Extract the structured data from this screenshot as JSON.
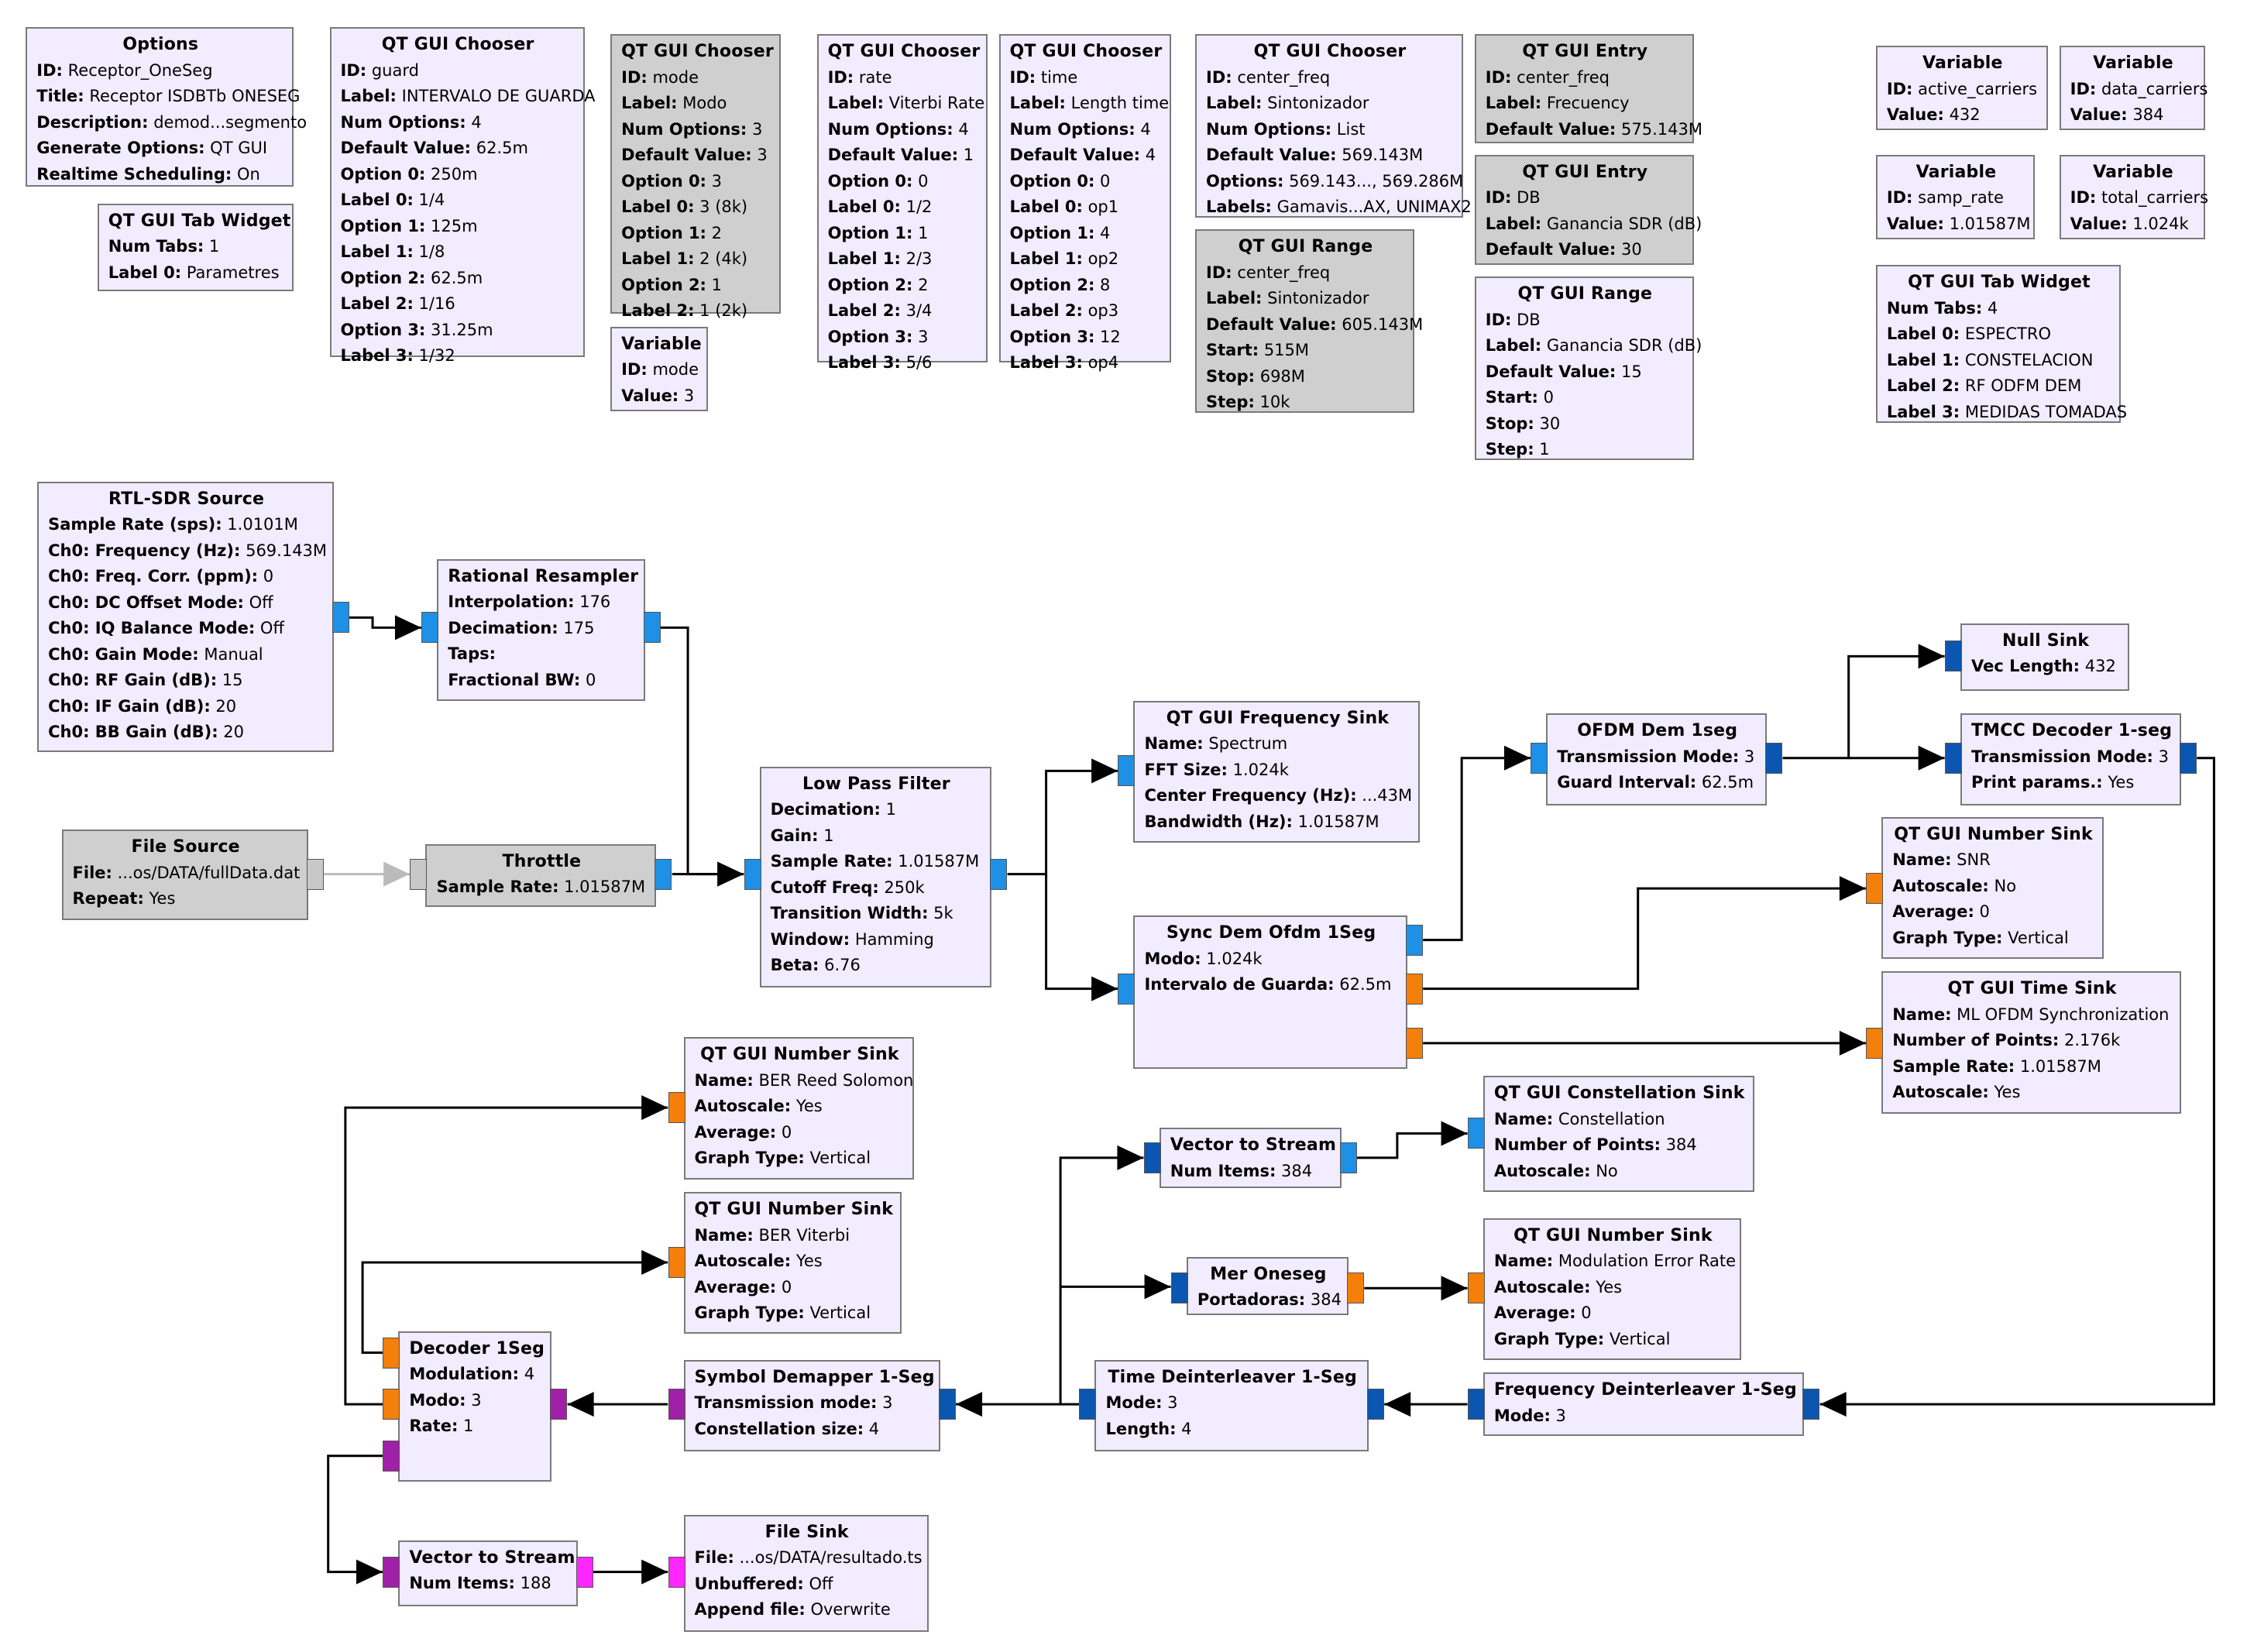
{
  "blocks": [
    {
      "id": "options",
      "name": "options-block",
      "title": "Options",
      "disabled": false,
      "rows": [
        [
          "ID:",
          "Receptor_OneSeg"
        ],
        [
          "Title:",
          "Receptor ISDBTb ONESEG"
        ],
        [
          "Description:",
          "demod...segmento"
        ],
        [
          "Generate Options:",
          "QT GUI"
        ],
        [
          "Realtime Scheduling:",
          "On"
        ]
      ]
    },
    {
      "id": "tabw1",
      "name": "qt-gui-tab-widget-block",
      "title": "QT GUI Tab Widget",
      "disabled": false,
      "rows": [
        [
          "Num Tabs:",
          "1"
        ],
        [
          "Label 0:",
          "Parametres"
        ]
      ]
    },
    {
      "id": "ch_guard",
      "name": "qt-gui-chooser-guard-block",
      "title": "QT GUI Chooser",
      "disabled": false,
      "rows": [
        [
          "ID:",
          "guard"
        ],
        [
          "Label:",
          "INTERVALO DE GUARDA"
        ],
        [
          "Num Options:",
          "4"
        ],
        [
          "Default Value:",
          "62.5m"
        ],
        [
          "Option 0:",
          "250m"
        ],
        [
          "Label 0:",
          "1/4"
        ],
        [
          "Option 1:",
          "125m"
        ],
        [
          "Label 1:",
          "1/8"
        ],
        [
          "Option 2:",
          "62.5m"
        ],
        [
          "Label 2:",
          "1/16"
        ],
        [
          "Option 3:",
          "31.25m"
        ],
        [
          "Label 3:",
          "1/32"
        ]
      ]
    },
    {
      "id": "ch_mode",
      "name": "qt-gui-chooser-mode-block",
      "title": "QT GUI Chooser",
      "disabled": true,
      "rows": [
        [
          "ID:",
          "mode"
        ],
        [
          "Label:",
          "Modo"
        ],
        [
          "Num Options:",
          "3"
        ],
        [
          "Default Value:",
          "3"
        ],
        [
          "Option 0:",
          "3"
        ],
        [
          "Label 0:",
          "3 (8k)"
        ],
        [
          "Option 1:",
          "2"
        ],
        [
          "Label 1:",
          "2 (4k)"
        ],
        [
          "Option 2:",
          "1"
        ],
        [
          "Label 2:",
          "1 (2k)"
        ]
      ]
    },
    {
      "id": "var_mode",
      "name": "variable-mode-block",
      "title": "Variable",
      "disabled": false,
      "rows": [
        [
          "ID:",
          "mode"
        ],
        [
          "Value:",
          "3"
        ]
      ]
    },
    {
      "id": "ch_rate",
      "name": "qt-gui-chooser-rate-block",
      "title": "QT GUI Chooser",
      "disabled": false,
      "rows": [
        [
          "ID:",
          "rate"
        ],
        [
          "Label:",
          "Viterbi Rate"
        ],
        [
          "Num Options:",
          "4"
        ],
        [
          "Default Value:",
          "1"
        ],
        [
          "Option 0:",
          "0"
        ],
        [
          "Label 0:",
          "1/2"
        ],
        [
          "Option 1:",
          "1"
        ],
        [
          "Label 1:",
          "2/3"
        ],
        [
          "Option 2:",
          "2"
        ],
        [
          "Label 2:",
          "3/4"
        ],
        [
          "Option 3:",
          "3"
        ],
        [
          "Label 3:",
          "5/6"
        ]
      ]
    },
    {
      "id": "ch_time",
      "name": "qt-gui-chooser-time-block",
      "title": "QT GUI Chooser",
      "disabled": false,
      "rows": [
        [
          "ID:",
          "time"
        ],
        [
          "Label:",
          "Length time"
        ],
        [
          "Num Options:",
          "4"
        ],
        [
          "Default Value:",
          "4"
        ],
        [
          "Option 0:",
          "0"
        ],
        [
          "Label 0:",
          "op1"
        ],
        [
          "Option 1:",
          "4"
        ],
        [
          "Label 1:",
          "op2"
        ],
        [
          "Option 2:",
          "8"
        ],
        [
          "Label 2:",
          "op3"
        ],
        [
          "Option 3:",
          "12"
        ],
        [
          "Label 3:",
          "op4"
        ]
      ]
    },
    {
      "id": "ch_cf",
      "name": "qt-gui-chooser-center-freq-block",
      "title": "QT GUI Chooser",
      "disabled": false,
      "rows": [
        [
          "ID:",
          "center_freq"
        ],
        [
          "Label:",
          "Sintonizador"
        ],
        [
          "Num Options:",
          "List"
        ],
        [
          "Default Value:",
          "569.143M"
        ],
        [
          "Options:",
          "569.143..., 569.286M"
        ],
        [
          "Labels:",
          "Gamavis...AX, UNIMAX2"
        ]
      ]
    },
    {
      "id": "range_cf",
      "name": "qt-gui-range-center-freq-block",
      "title": "QT GUI Range",
      "disabled": true,
      "rows": [
        [
          "ID:",
          "center_freq"
        ],
        [
          "Label:",
          "Sintonizador"
        ],
        [
          "Default Value:",
          "605.143M"
        ],
        [
          "Start:",
          "515M"
        ],
        [
          "Stop:",
          "698M"
        ],
        [
          "Step:",
          "10k"
        ]
      ]
    },
    {
      "id": "entry_cf",
      "name": "qt-gui-entry-center-freq-block",
      "title": "QT GUI Entry",
      "disabled": true,
      "rows": [
        [
          "ID:",
          "center_freq"
        ],
        [
          "Label:",
          "Frecuency"
        ],
        [
          "Default Value:",
          "575.143M"
        ]
      ]
    },
    {
      "id": "entry_db",
      "name": "qt-gui-entry-db-block",
      "title": "QT GUI Entry",
      "disabled": true,
      "rows": [
        [
          "ID:",
          "DB"
        ],
        [
          "Label:",
          "Ganancia SDR (dB)"
        ],
        [
          "Default Value:",
          "30"
        ]
      ]
    },
    {
      "id": "range_db",
      "name": "qt-gui-range-db-block",
      "title": "QT GUI Range",
      "disabled": false,
      "rows": [
        [
          "ID:",
          "DB"
        ],
        [
          "Label:",
          "Ganancia SDR (dB)"
        ],
        [
          "Default Value:",
          "15"
        ],
        [
          "Start:",
          "0"
        ],
        [
          "Stop:",
          "30"
        ],
        [
          "Step:",
          "1"
        ]
      ]
    },
    {
      "id": "var_ac",
      "name": "variable-active-carriers-block",
      "title": "Variable",
      "disabled": false,
      "rows": [
        [
          "ID:",
          "active_carriers"
        ],
        [
          "Value:",
          "432"
        ]
      ]
    },
    {
      "id": "var_dc",
      "name": "variable-data-carriers-block",
      "title": "Variable",
      "disabled": false,
      "rows": [
        [
          "ID:",
          "data_carriers"
        ],
        [
          "Value:",
          "384"
        ]
      ]
    },
    {
      "id": "var_sr",
      "name": "variable-samp-rate-block",
      "title": "Variable",
      "disabled": false,
      "rows": [
        [
          "ID:",
          "samp_rate"
        ],
        [
          "Value:",
          "1.01587M"
        ]
      ]
    },
    {
      "id": "var_tc",
      "name": "variable-total-carriers-block",
      "title": "Variable",
      "disabled": false,
      "rows": [
        [
          "ID:",
          "total_carriers"
        ],
        [
          "Value:",
          "1.024k"
        ]
      ]
    },
    {
      "id": "tabw4",
      "name": "qt-gui-tab-widget-main-block",
      "title": "QT GUI Tab Widget",
      "disabled": false,
      "rows": [
        [
          "Num Tabs:",
          "4"
        ],
        [
          "Label 0:",
          "ESPECTRO"
        ],
        [
          "Label 1:",
          "CONSTELACION"
        ],
        [
          "Label 2:",
          "RF ODFM DEM"
        ],
        [
          "Label 3:",
          "MEDIDAS TOMADAS"
        ]
      ]
    },
    {
      "id": "rtl",
      "name": "rtl-sdr-source-block",
      "title": "RTL-SDR Source",
      "disabled": false,
      "rows": [
        [
          "Sample Rate (sps):",
          "1.0101M"
        ],
        [
          "Ch0: Frequency (Hz):",
          "569.143M"
        ],
        [
          "Ch0: Freq. Corr. (ppm):",
          "0"
        ],
        [
          "Ch0: DC Offset Mode:",
          "Off"
        ],
        [
          "Ch0: IQ Balance Mode:",
          "Off"
        ],
        [
          "Ch0: Gain Mode:",
          "Manual"
        ],
        [
          "Ch0: RF Gain (dB):",
          "15"
        ],
        [
          "Ch0: IF Gain (dB):",
          "20"
        ],
        [
          "Ch0: BB Gain (dB):",
          "20"
        ]
      ]
    },
    {
      "id": "resamp",
      "name": "rational-resampler-block",
      "title": "Rational Resampler",
      "disabled": false,
      "rows": [
        [
          "Interpolation:",
          "176"
        ],
        [
          "Decimation:",
          "175"
        ],
        [
          "Taps:",
          ""
        ],
        [
          "Fractional BW:",
          "0"
        ]
      ]
    },
    {
      "id": "filesrc",
      "name": "file-source-block",
      "title": "File Source",
      "disabled": true,
      "rows": [
        [
          "File:",
          "...os/DATA/fullData.dat"
        ],
        [
          "Repeat:",
          "Yes"
        ]
      ]
    },
    {
      "id": "throttle",
      "name": "throttle-block",
      "title": "Throttle",
      "disabled": true,
      "rows": [
        [
          "Sample Rate:",
          "1.01587M"
        ]
      ]
    },
    {
      "id": "lpf",
      "name": "low-pass-filter-block",
      "title": "Low Pass Filter",
      "disabled": false,
      "rows": [
        [
          "Decimation:",
          "1"
        ],
        [
          "Gain:",
          "1"
        ],
        [
          "Sample Rate:",
          "1.01587M"
        ],
        [
          "Cutoff Freq:",
          "250k"
        ],
        [
          "Transition Width:",
          "5k"
        ],
        [
          "Window:",
          "Hamming"
        ],
        [
          "Beta:",
          "6.76"
        ]
      ]
    },
    {
      "id": "freqsink",
      "name": "qt-gui-frequency-sink-block",
      "title": "QT GUI Frequency Sink",
      "disabled": false,
      "rows": [
        [
          "Name:",
          "Spectrum"
        ],
        [
          "FFT Size:",
          "1.024k"
        ],
        [
          "Center Frequency (Hz):",
          "...43M"
        ],
        [
          "Bandwidth (Hz):",
          "1.01587M"
        ]
      ]
    },
    {
      "id": "sync",
      "name": "sync-dem-ofdm-block",
      "title": "Sync Dem Ofdm 1Seg",
      "disabled": false,
      "rows": [
        [
          "Modo:",
          "1.024k"
        ],
        [
          "Intervalo de Guarda:",
          "62.5m"
        ]
      ]
    },
    {
      "id": "ofdmdem",
      "name": "ofdm-dem-block",
      "title": "OFDM Dem 1seg",
      "disabled": false,
      "rows": [
        [
          "Transmission Mode:",
          "3"
        ],
        [
          "Guard Interval:",
          "62.5m"
        ]
      ]
    },
    {
      "id": "nullsink",
      "name": "null-sink-block",
      "title": "Null Sink",
      "disabled": false,
      "rows": [
        [
          "Vec Length:",
          "432"
        ]
      ]
    },
    {
      "id": "tmcc",
      "name": "tmcc-decoder-block",
      "title": "TMCC Decoder 1-seg",
      "disabled": false,
      "rows": [
        [
          "Transmission Mode:",
          "3"
        ],
        [
          "Print params.:",
          "Yes"
        ]
      ]
    },
    {
      "id": "ns_snr",
      "name": "qt-gui-number-sink-snr-block",
      "title": "QT GUI Number Sink",
      "disabled": false,
      "rows": [
        [
          "Name:",
          "SNR"
        ],
        [
          "Autoscale:",
          "No"
        ],
        [
          "Average:",
          "0"
        ],
        [
          "Graph Type:",
          "Vertical"
        ]
      ]
    },
    {
      "id": "timesink",
      "name": "qt-gui-time-sink-block",
      "title": "QT GUI Time Sink",
      "disabled": false,
      "rows": [
        [
          "Name:",
          "ML OFDM Synchronization"
        ],
        [
          "Number of Points:",
          "2.176k"
        ],
        [
          "Sample Rate:",
          "1.01587M"
        ],
        [
          "Autoscale:",
          "Yes"
        ]
      ]
    },
    {
      "id": "constsink",
      "name": "qt-gui-constellation-sink-block",
      "title": "QT GUI Constellation Sink",
      "disabled": false,
      "rows": [
        [
          "Name:",
          "Constellation"
        ],
        [
          "Number of Points:",
          "384"
        ],
        [
          "Autoscale:",
          "No"
        ]
      ]
    },
    {
      "id": "v2s1",
      "name": "vector-to-stream-384-block",
      "title": "Vector to Stream",
      "disabled": false,
      "rows": [
        [
          "Num Items:",
          "384"
        ]
      ]
    },
    {
      "id": "mer",
      "name": "mer-oneseg-block",
      "title": "Mer Oneseg",
      "disabled": false,
      "rows": [
        [
          "Portadoras:",
          "384"
        ]
      ]
    },
    {
      "id": "ns_mer",
      "name": "qt-gui-number-sink-mer-block",
      "title": "QT GUI Number Sink",
      "disabled": false,
      "rows": [
        [
          "Name:",
          "Modulation Error Rate"
        ],
        [
          "Autoscale:",
          "Yes"
        ],
        [
          "Average:",
          "0"
        ],
        [
          "Graph Type:",
          "Vertical"
        ]
      ]
    },
    {
      "id": "ns_rs",
      "name": "qt-gui-number-sink-ber-rs-block",
      "title": "QT GUI Number Sink",
      "disabled": false,
      "rows": [
        [
          "Name:",
          "BER Reed Solomon"
        ],
        [
          "Autoscale:",
          "Yes"
        ],
        [
          "Average:",
          "0"
        ],
        [
          "Graph Type:",
          "Vertical"
        ]
      ]
    },
    {
      "id": "ns_vit",
      "name": "qt-gui-number-sink-ber-viterbi-block",
      "title": "QT GUI Number Sink",
      "disabled": false,
      "rows": [
        [
          "Name:",
          "BER Viterbi"
        ],
        [
          "Autoscale:",
          "Yes"
        ],
        [
          "Average:",
          "0"
        ],
        [
          "Graph Type:",
          "Vertical"
        ]
      ]
    },
    {
      "id": "decoder",
      "name": "decoder-1seg-block",
      "title": "Decoder 1Seg",
      "disabled": false,
      "rows": [
        [
          "Modulation:",
          "4"
        ],
        [
          "Modo:",
          "3"
        ],
        [
          "Rate:",
          "1"
        ]
      ]
    },
    {
      "id": "symdemap",
      "name": "symbol-demapper-block",
      "title": "Symbol Demapper 1-Seg",
      "disabled": false,
      "rows": [
        [
          "Transmission mode:",
          "3"
        ],
        [
          "Constellation size:",
          "4"
        ]
      ]
    },
    {
      "id": "timedeint",
      "name": "time-deinterleaver-block",
      "title": "Time Deinterleaver 1-Seg",
      "disabled": false,
      "rows": [
        [
          "Mode:",
          "3"
        ],
        [
          "Length:",
          "4"
        ]
      ]
    },
    {
      "id": "freqdeint",
      "name": "frequency-deinterleaver-block",
      "title": "Frequency Deinterleaver 1-Seg",
      "disabled": false,
      "rows": [
        [
          "Mode:",
          "3"
        ]
      ]
    },
    {
      "id": "v2s2",
      "name": "vector-to-stream-188-block",
      "title": "Vector to Stream",
      "disabled": false,
      "rows": [
        [
          "Num Items:",
          "188"
        ]
      ]
    },
    {
      "id": "filesink",
      "name": "file-sink-block",
      "title": "File Sink",
      "disabled": false,
      "rows": [
        [
          "File:",
          "...os/DATA/resultado.ts"
        ],
        [
          "Unbuffered:",
          "Off"
        ],
        [
          "Append file:",
          "Overwrite"
        ]
      ]
    }
  ],
  "port_colors": {
    "complex": "#1e90e6",
    "complex_vector": "#0b56b0",
    "float": "#f47f0b",
    "byte": "#a020a8",
    "byte_vector": "#ff26ff",
    "disabled": "#c8c8c8",
    "wire": "#000000",
    "disabled_wire": "#bbbbbb"
  }
}
